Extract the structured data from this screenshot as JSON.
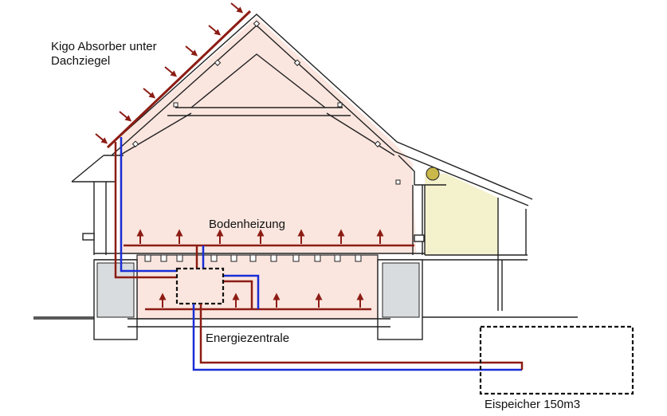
{
  "labels": {
    "absorber_line1": "Kigo Absorber unter",
    "absorber_line2": "Dachziegel",
    "floor_heating": "Bodenheizung",
    "energy_center": "Energiezentrale",
    "ice_storage": "Eispeicher 150m3"
  },
  "colors": {
    "warm_fill": "#fbe6df",
    "annex_fill": "#f4f1cd",
    "cellar_wall": "#d9dcdf",
    "pipe_warm": "#8c1c14",
    "pipe_cold": "#1a2ed6",
    "outline": "#222222",
    "sun_circle": "#c9b84a"
  }
}
